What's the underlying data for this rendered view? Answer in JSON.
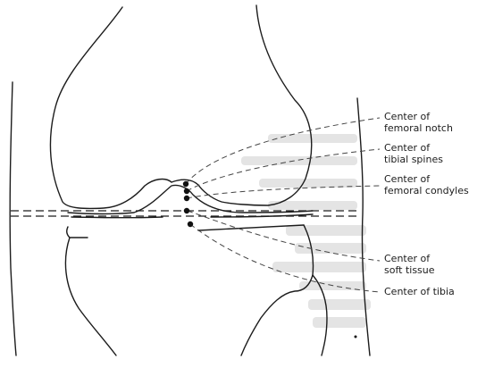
{
  "colors": {
    "ink": "#1c1c1c",
    "bleed_through": "#e2e2e2"
  },
  "labels": {
    "femoral_notch": {
      "line1": "Center of",
      "line2": "femoral notch"
    },
    "tibial_spines": {
      "line1": "Center of",
      "line2": "tibial spines"
    },
    "femoral_condyles": {
      "line1": "Center of",
      "line2": "femoral condyles"
    },
    "soft_tissue": {
      "line1": "Center of",
      "line2": "soft tissue"
    },
    "tibia": {
      "line1": "Center of tibia"
    }
  }
}
